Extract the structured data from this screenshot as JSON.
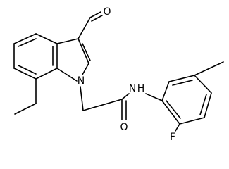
{
  "atoms": {
    "oxygen_aldehyde": "O",
    "nitrogen_indole": "N",
    "nitrogen_amide": "N",
    "hydrogen_amide": "H",
    "oxygen_amide": "O",
    "fluorine": "F"
  }
}
